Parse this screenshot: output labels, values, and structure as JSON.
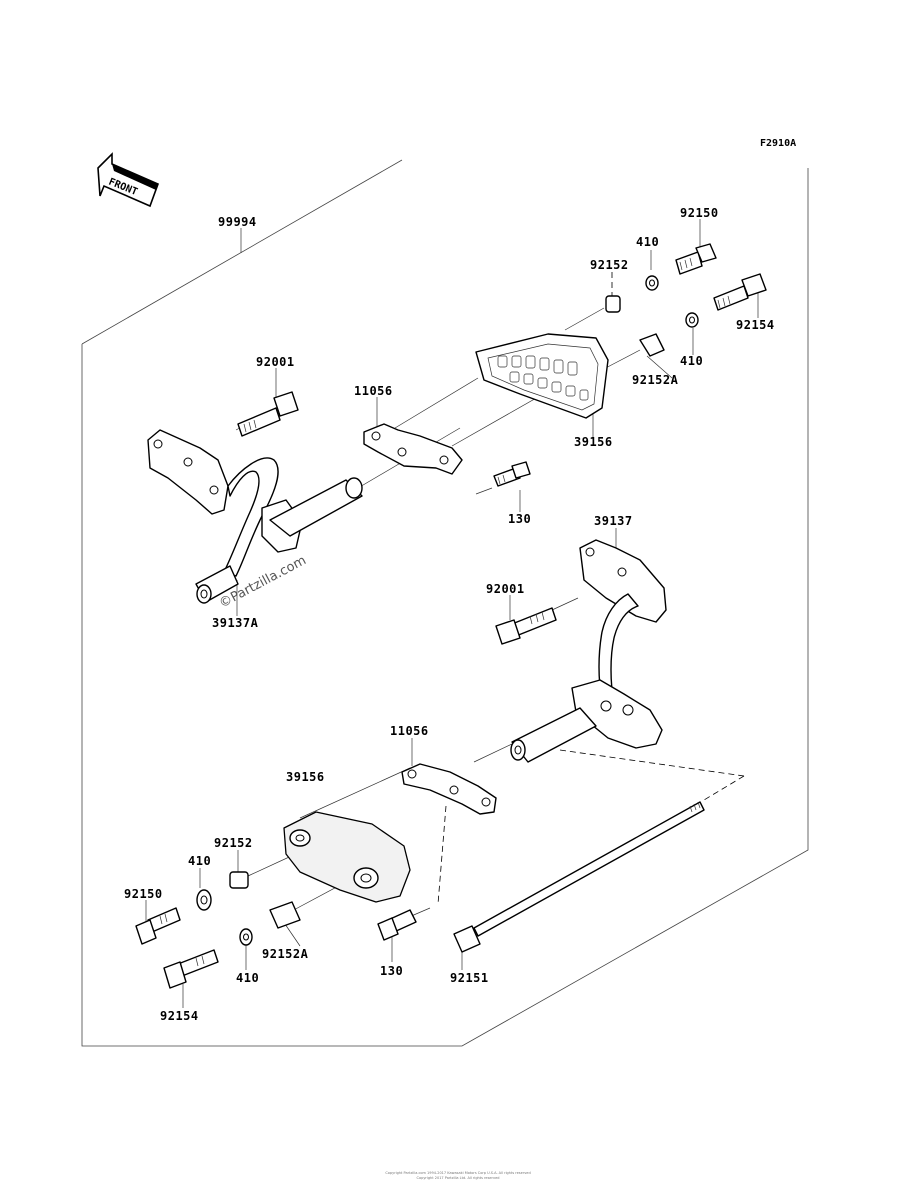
{
  "figure_code": "F2910A",
  "front_arrow": "FRONT",
  "watermark": "©Partzilla.com",
  "footer_lines": [
    "Copyright Partzilla.com 1994-2017 Kawasaki Motors Corp U.S.A. All rights reserved",
    "Copyright 2017 Partzilla Ltd. All rights reserved"
  ],
  "callouts": {
    "kit": "99994",
    "bolt_92150_top": "92150",
    "washer_410_top_a": "410",
    "collar_92152_top": "92152",
    "bolt_92154_top": "92154",
    "washer_410_top_b": "410",
    "collar_92152A_top": "92152A",
    "bolt_92001_left": "92001",
    "bracket_11056_top": "11056",
    "slider_39156_top": "39156",
    "screw_130_top": "130",
    "stay_39137A": "39137A",
    "stay_39137": "39137",
    "bolt_92001_right": "92001",
    "bracket_11056_bottom": "11056",
    "slider_39156_bottom": "39156",
    "collar_92152_bottom": "92152",
    "washer_410_bottom_a": "410",
    "bolt_92150_bottom": "92150",
    "washer_410_bottom_b": "410",
    "collar_92152A_bottom": "92152A",
    "bolt_92154_bottom": "92154",
    "screw_130_bottom": "130",
    "through_bolt_92151": "92151"
  }
}
